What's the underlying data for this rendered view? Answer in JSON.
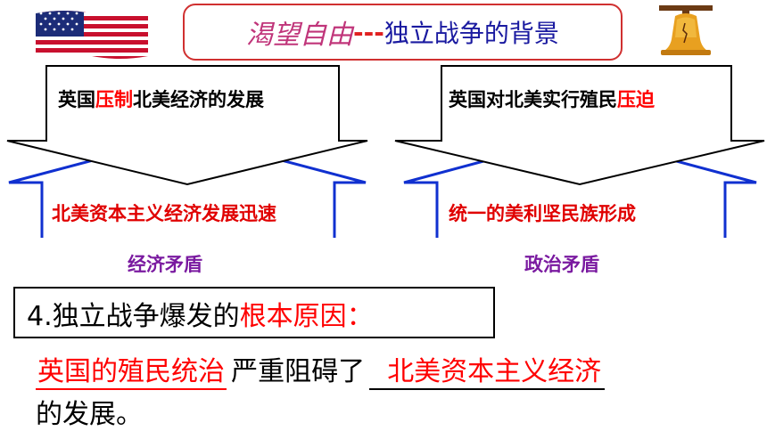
{
  "colors": {
    "title_border": "#d03030",
    "italic_title": "#c0357a",
    "title_blue": "#1a1aa0",
    "arrow_blue": "#1030d0",
    "accent_red": "#ff0000",
    "purple": "#7a1aa0"
  },
  "icons": {
    "left": "us-flag-icon",
    "right": "liberty-bell-icon"
  },
  "title": {
    "italic": "渴望自由",
    "dash": "---",
    "rest": "独立战争的背景"
  },
  "left": {
    "top_a": "英国",
    "top_b": "压制",
    "top_c": "北美经济的发展",
    "bottom": "北美资本主义经济发展迅速",
    "label": "经济矛盾"
  },
  "right": {
    "top_a": "英国对北美实行殖民",
    "top_b": "压迫",
    "bottom": "统一的美利坚民族形成",
    "label": "政治矛盾"
  },
  "question": {
    "prefix": "4.独立战争爆发的",
    "highlight": "根本原因："
  },
  "answer": {
    "blank1": "英国的殖民统治",
    "mid": "严重阻碍了",
    "blank2": "北美资本主义经济",
    "tail": "的发展。"
  }
}
